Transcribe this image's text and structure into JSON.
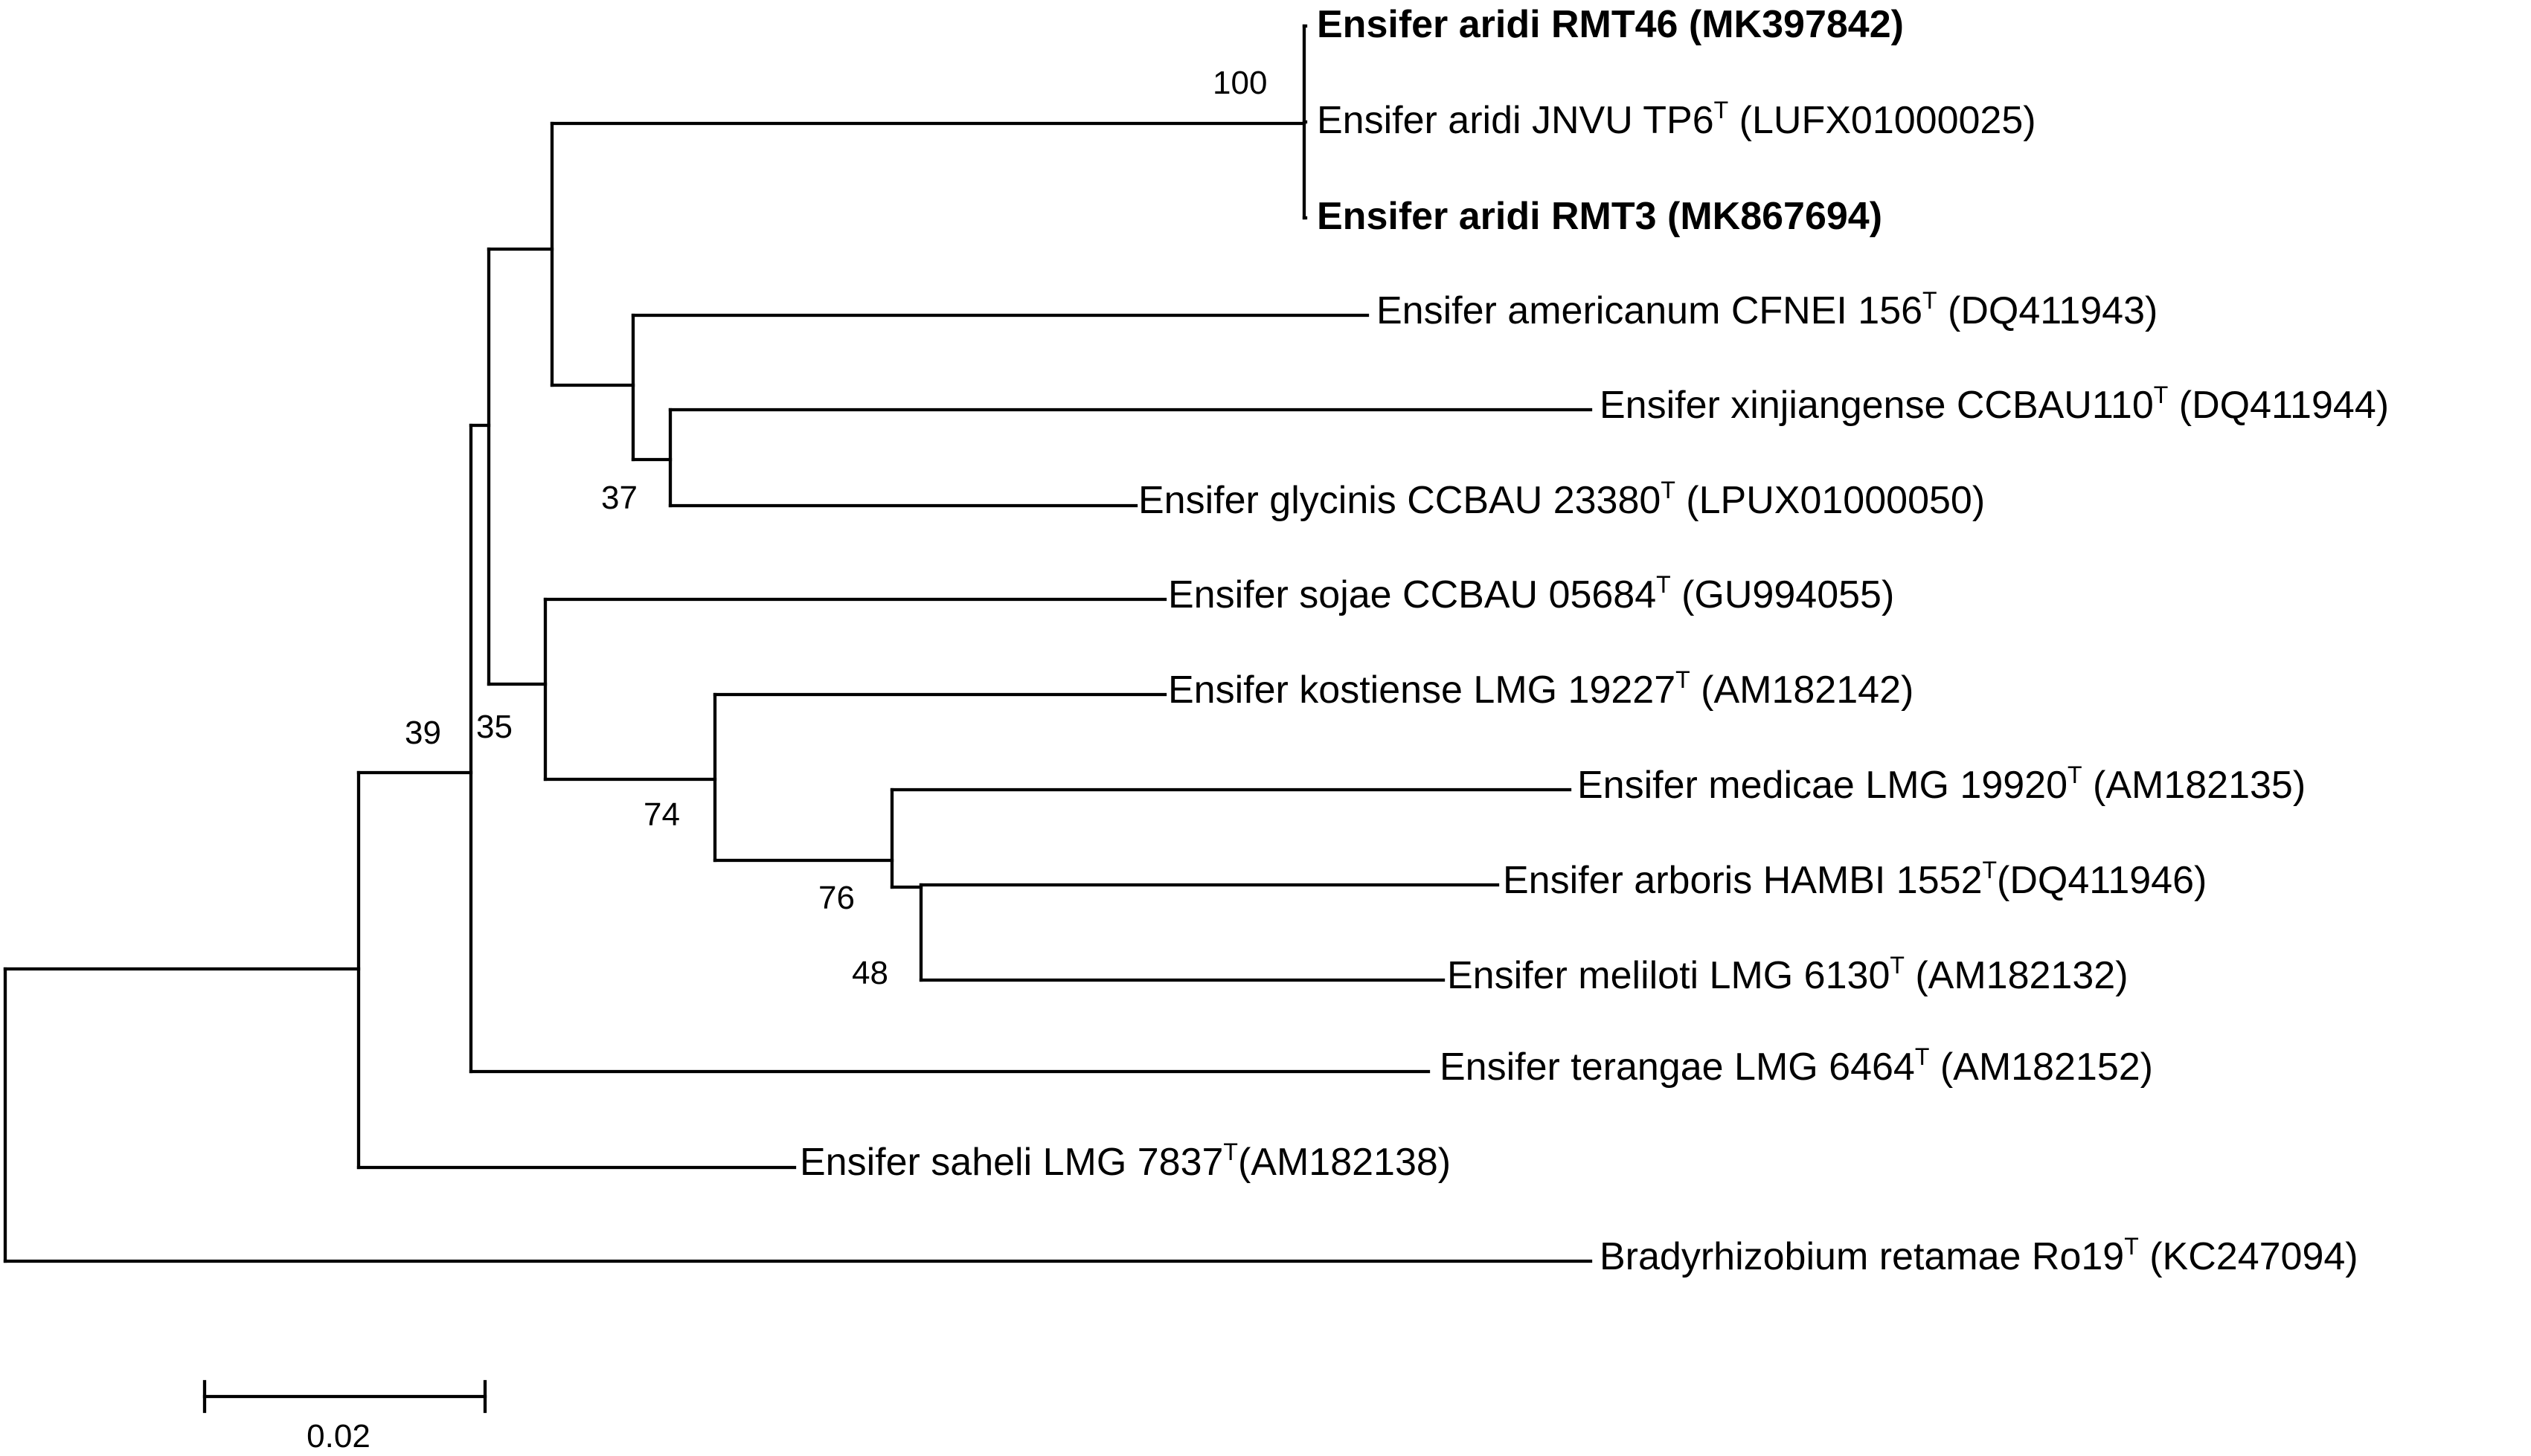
{
  "taxa": [
    {
      "id": "rmt46",
      "name": "Ensifer aridi RMT46",
      "type_strain": false,
      "accession": "(MK397842)",
      "bold": true
    },
    {
      "id": "jnvu",
      "name": "Ensifer aridi JNVU  TP6",
      "type_strain": true,
      "accession": " (LUFX01000025)",
      "bold": false
    },
    {
      "id": "rmt3",
      "name": "Ensifer aridi RMT3",
      "type_strain": false,
      "accession": "(MK867694)",
      "bold": true
    },
    {
      "id": "americanum",
      "name": "Ensifer americanum CFNEI 156",
      "type_strain": true,
      "accession": " (DQ411943)",
      "bold": false
    },
    {
      "id": "xinjiangense",
      "name": "Ensifer xinjiangense CCBAU110",
      "type_strain": true,
      "accession": "  (DQ411944)",
      "bold": false
    },
    {
      "id": "glycinis",
      "name": "Ensifer glycinis  CCBAU 23380",
      "type_strain": true,
      "accession": " (LPUX01000050)",
      "bold": false
    },
    {
      "id": "sojae",
      "name": "Ensifer sojae CCBAU 05684",
      "type_strain": true,
      "accession": " (GU994055)",
      "bold": false
    },
    {
      "id": "kostiense",
      "name": "Ensifer kostiense LMG 19227",
      "type_strain": true,
      "accession": "  (AM182142)",
      "bold": false
    },
    {
      "id": "medicae",
      "name": "Ensifer medicae LMG  19920",
      "type_strain": true,
      "accession": " (AM182135)",
      "bold": false
    },
    {
      "id": "arboris",
      "name": "Ensifer arboris HAMBI  1552",
      "type_strain": true,
      "accession": "(DQ411946)",
      "bold": false
    },
    {
      "id": "meliloti",
      "name": "Ensifer meliloti LMG  6130",
      "type_strain": true,
      "accession": " (AM182132)",
      "bold": false
    },
    {
      "id": "terangae",
      "name": "Ensifer terangae LMG  6464",
      "type_strain": true,
      "accession": " (AM182152)",
      "bold": false
    },
    {
      "id": "saheli",
      "name": "Ensifer saheli LMG  7837",
      "type_strain": true,
      "accession": "(AM182138)",
      "bold": false
    },
    {
      "id": "retamae",
      "name": "Bradyrhizobium retamae  Ro19",
      "type_strain": true,
      "accession": " (KC247094)",
      "bold": false
    }
  ],
  "type_strain_marker": "T",
  "bootstrap_values": [
    "100",
    "37",
    "39",
    "35",
    "74",
    "76",
    "48"
  ],
  "scale_bar": {
    "label": "0.02",
    "value": 0.02
  }
}
